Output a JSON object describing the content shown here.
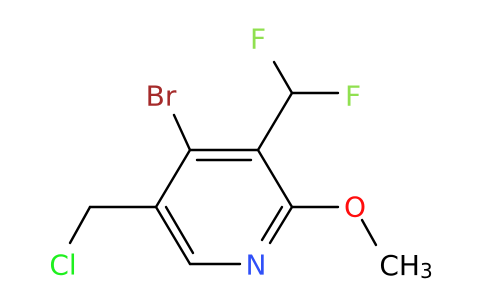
{
  "molecule": {
    "atoms": {
      "br": "Br",
      "f1": "F",
      "f2": "F",
      "cl": "Cl",
      "n": "N",
      "o": "O",
      "ch3_c": "CH",
      "ch3_sub": "3"
    },
    "colors": {
      "bond": "#000000",
      "br": "#A52A2A",
      "f": "#90E050",
      "cl": "#1FF01F",
      "n": "#3050F8",
      "o": "#FF0D0D",
      "c": "#000000"
    }
  }
}
